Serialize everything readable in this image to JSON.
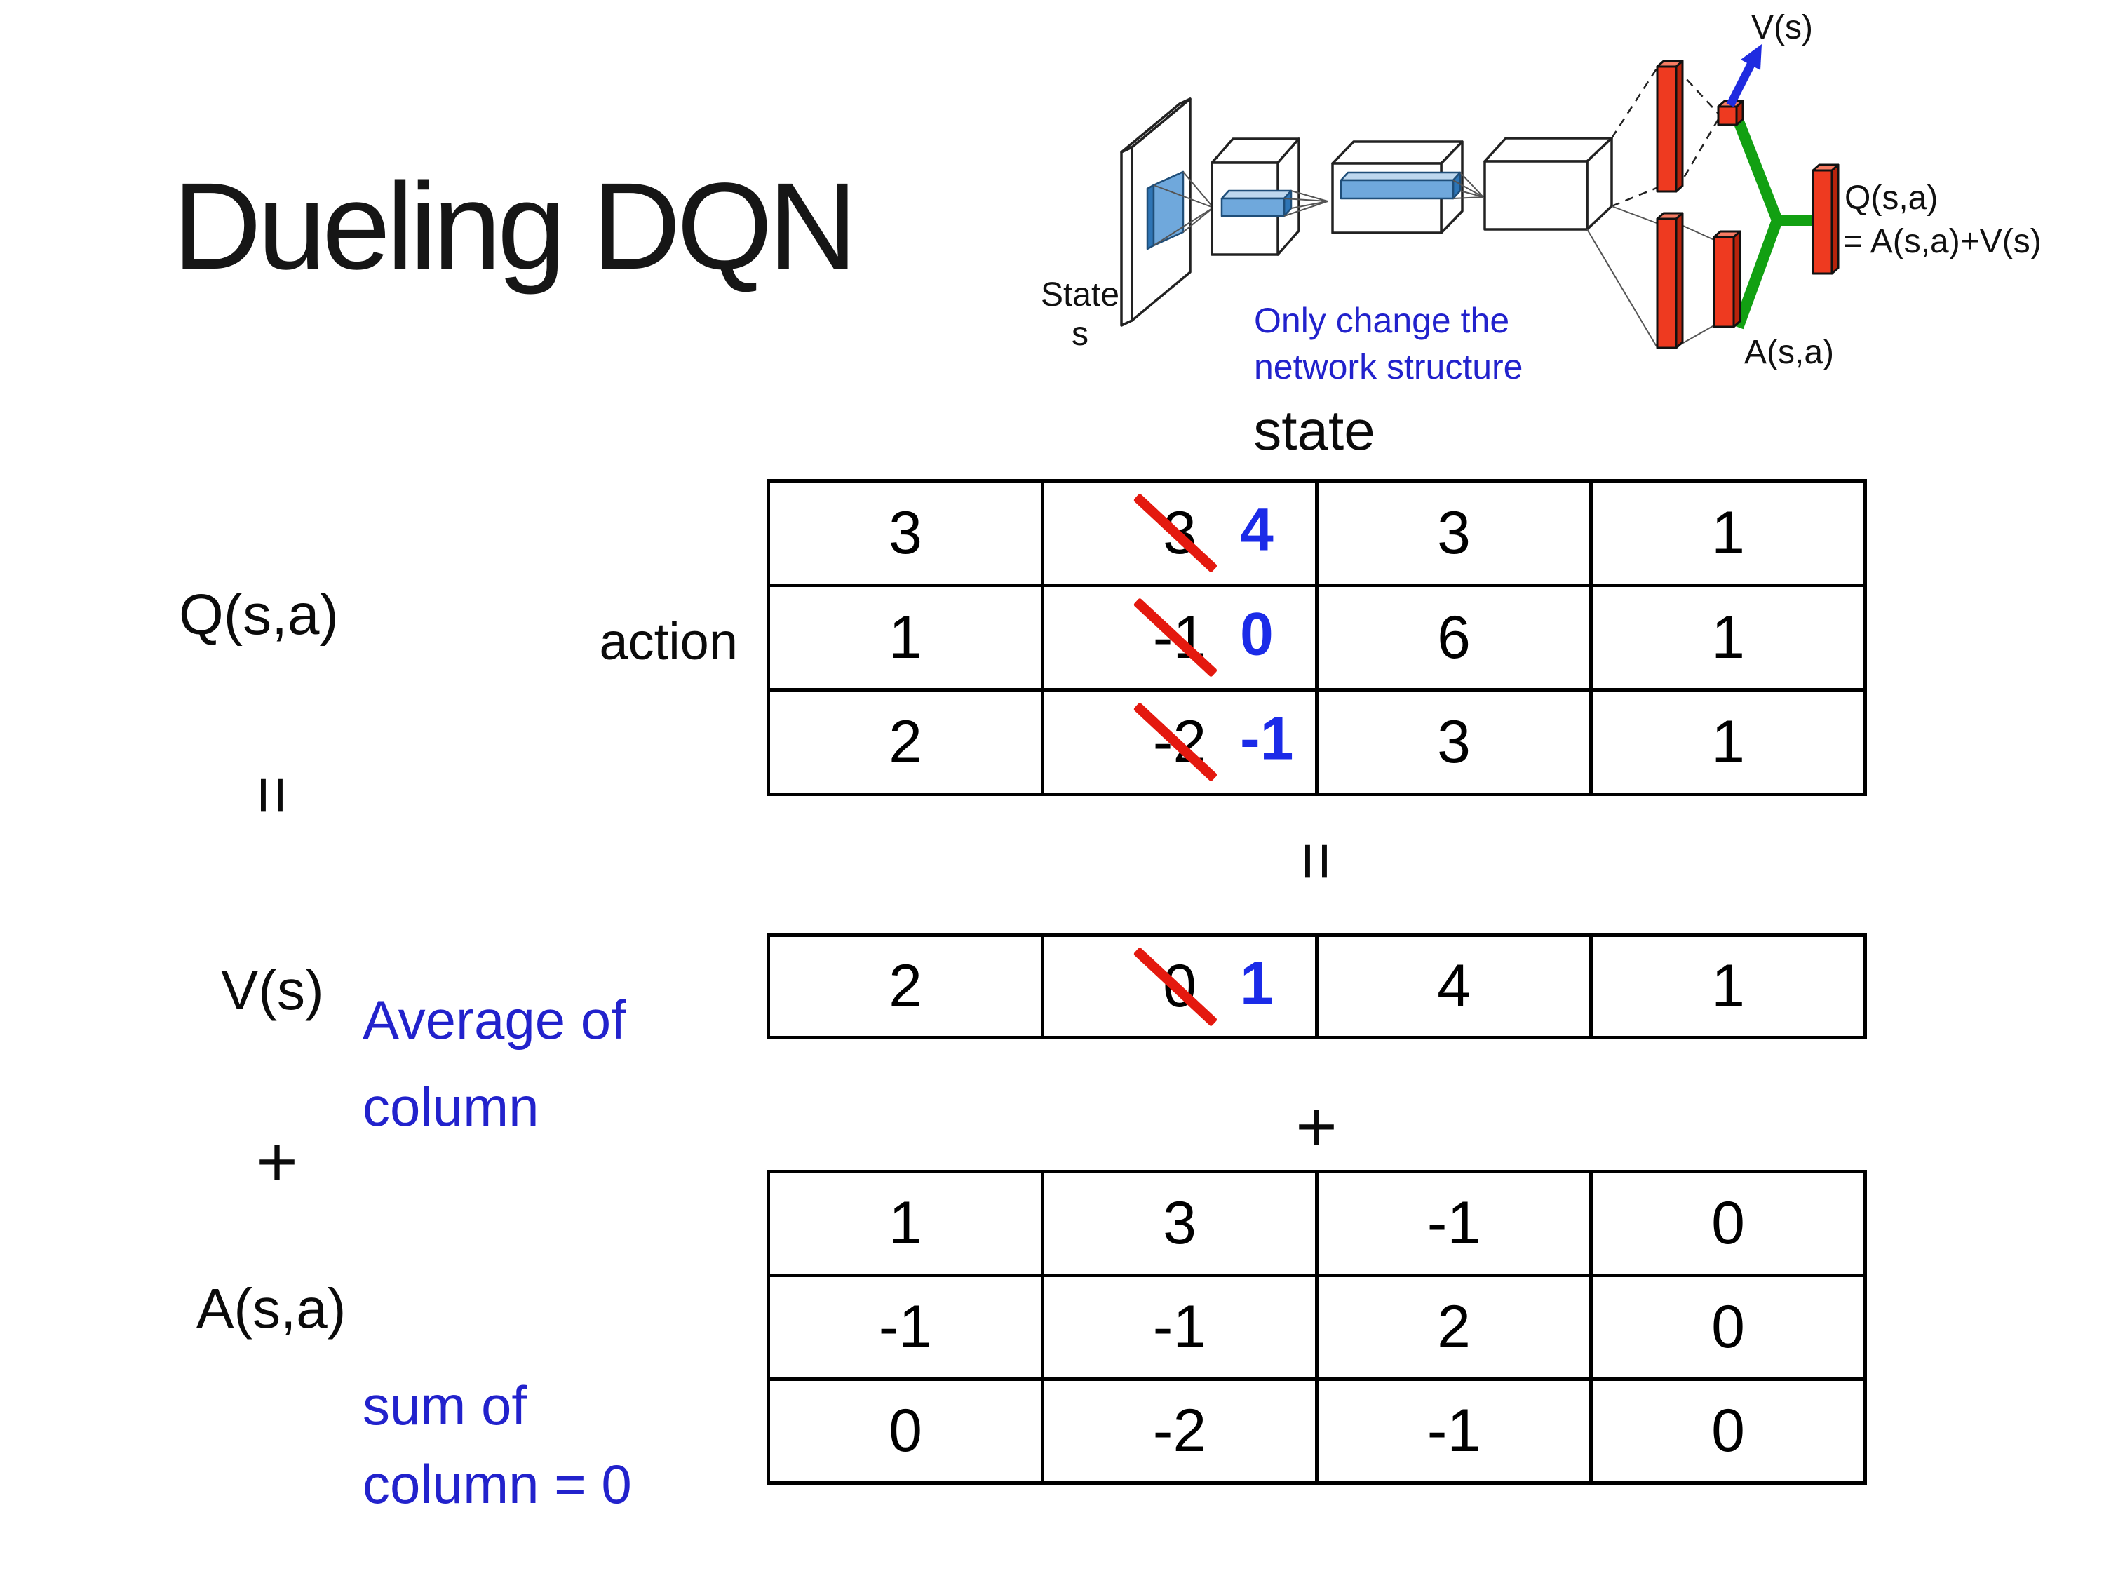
{
  "title": "Dueling DQN",
  "diagram": {
    "state_line1": "State",
    "state_line2": "s",
    "note_line1": "Only change the",
    "note_line2": "network structure",
    "v_out_label": "V(s)",
    "q_out_label_line1": "Q(s,a)",
    "q_out_label_line2": "= A(s,a)+V(s)",
    "a_out_label": "A(s,a)"
  },
  "equation": {
    "q_label": "Q(s,a)",
    "v_label": "V(s)",
    "a_label": "A(s,a)",
    "equals": "=",
    "plus": "+",
    "state_header": "state",
    "action_label": "action",
    "avg_note_line1": "Average of",
    "avg_note_line2": "column",
    "sum_note_line1": "sum of",
    "sum_note_line2": "column = 0"
  },
  "q_table": {
    "rows": [
      {
        "c0": "3",
        "old": "3",
        "new": "4",
        "c2": "3",
        "c3": "1"
      },
      {
        "c0": "1",
        "old": "-1",
        "new": "0",
        "c2": "6",
        "c3": "1"
      },
      {
        "c0": "2",
        "old": "-2",
        "new": "-1",
        "c2": "3",
        "c3": "1"
      }
    ]
  },
  "v_table": {
    "c0": "2",
    "old": "0",
    "new": "1",
    "c2": "4",
    "c3": "1"
  },
  "a_table": {
    "rows": [
      [
        "1",
        "3",
        "-1",
        "0"
      ],
      [
        "-1",
        "-1",
        "2",
        "0"
      ],
      [
        "0",
        "-2",
        "-1",
        "0"
      ]
    ]
  },
  "colors": {
    "accent_blue": "#2222CC",
    "digit_blue": "#1B2BE8",
    "strike_red": "#E4190F",
    "bar_red": "#EE3A20",
    "link_green": "#12A012",
    "arrow_blue": "#1F2BE0",
    "panel_blue": "#6FA8DC"
  }
}
